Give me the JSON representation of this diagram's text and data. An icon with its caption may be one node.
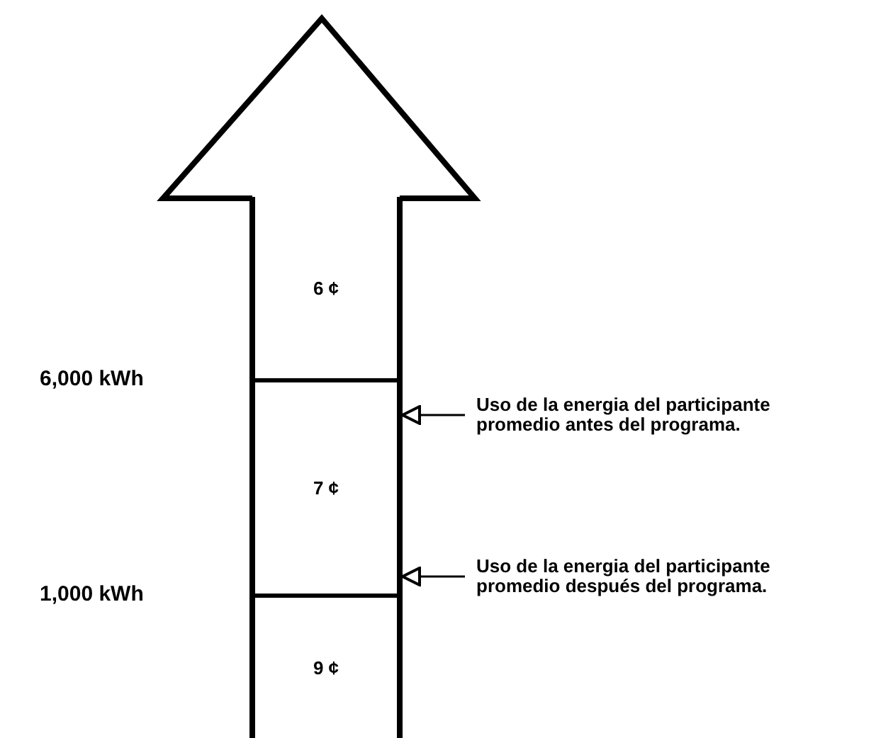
{
  "diagram": {
    "nodes": [
      {
        "text": [
          "6 ¢"
        ]
      },
      {
        "text": [
          "7 ¢"
        ]
      },
      {
        "text": [
          "9 ¢"
        ]
      },
      {
        "text": [
          "Uso de la energia del participante promedio antes del programa."
        ]
      },
      {
        "text": [
          "Uso de la energia del participante promedio después del programa."
        ]
      }
    ],
    "edges": [
      {
        "from": 3,
        "to": 1,
        "arrow": "to"
      },
      {
        "from": 4,
        "to": 1,
        "arrow": "to"
      }
    ],
    "labels": [
      "6,000 kWh",
      "1,000 kWh"
    ]
  }
}
